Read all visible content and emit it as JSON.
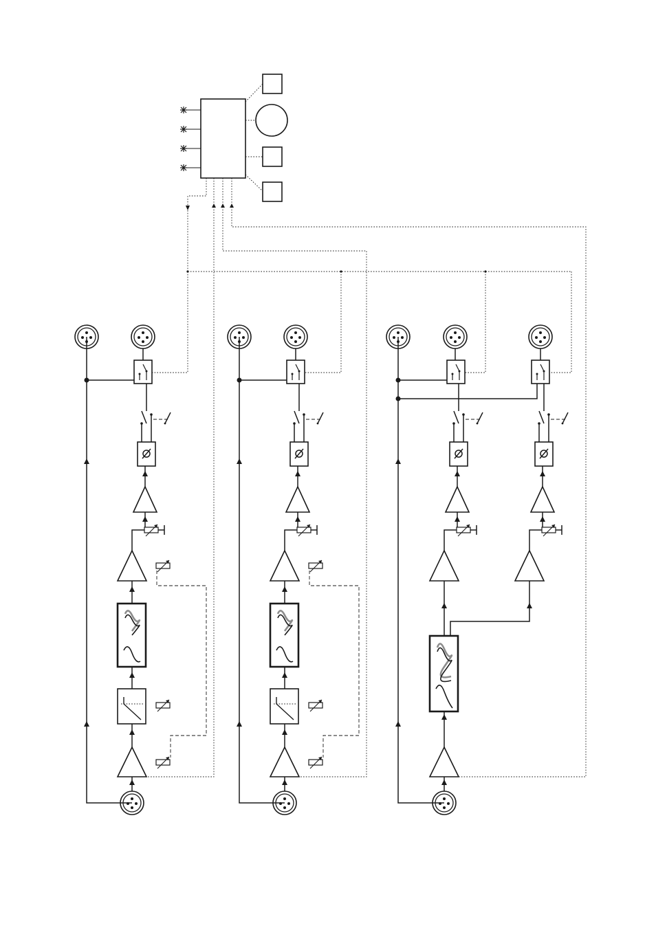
{
  "diagram": {
    "type": "audio-signal-flow-block-diagram",
    "controller": {
      "led_inputs": 4,
      "indicators": [
        "square",
        "circle",
        "square",
        "square"
      ]
    },
    "channels": [
      {
        "id": "channel-1",
        "outputs": 1,
        "stages": [
          "xlr-input",
          "input-amplifier",
          "high-pass-filter",
          "equalizer",
          "amplifier",
          "level-potentiometer",
          "output-amplifier",
          "phase-reverse",
          "ground-lift-switch",
          "output-relay"
        ]
      },
      {
        "id": "channel-2",
        "outputs": 1,
        "stages": [
          "xlr-input",
          "input-amplifier",
          "high-pass-filter",
          "equalizer",
          "amplifier",
          "level-potentiometer",
          "output-amplifier",
          "phase-reverse",
          "ground-lift-switch",
          "output-relay"
        ]
      },
      {
        "id": "channel-3",
        "outputs": 2,
        "stages": [
          "xlr-input",
          "input-amplifier",
          "crossover-filter",
          "amplifier",
          "level-potentiometer",
          "output-amplifier",
          "phase-reverse",
          "ground-lift-switch",
          "output-relay"
        ]
      }
    ],
    "colors": {
      "line": "#1a1a1a",
      "highlight_wave": "#8c8c8c",
      "background": "#ffffff"
    }
  }
}
